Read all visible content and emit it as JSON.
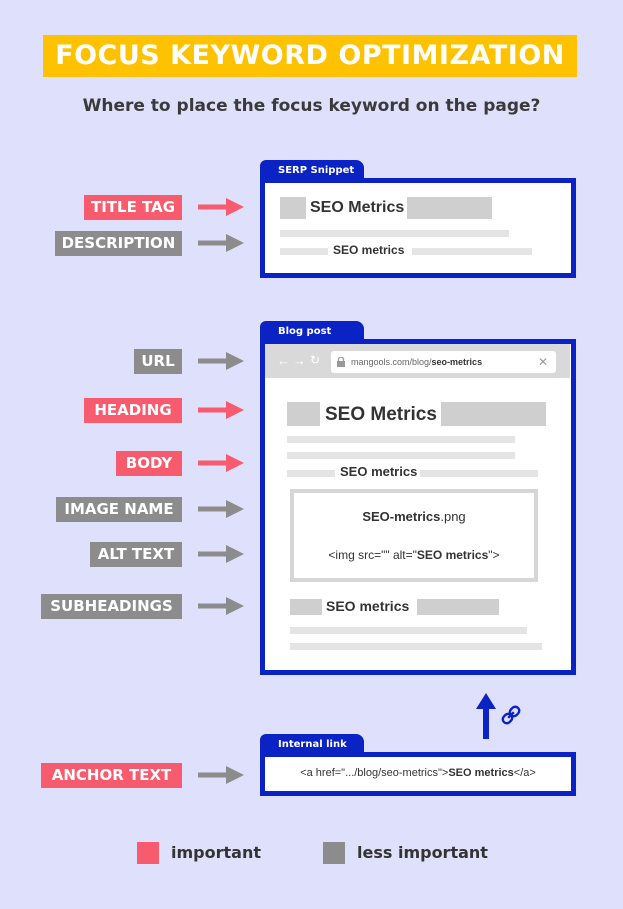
{
  "title": "FOCUS KEYWORD OPTIMIZATION",
  "subtitle": "Where to place the focus keyword on the page?",
  "labels": {
    "title_tag": "TITLE TAG",
    "description": "DESCRIPTION",
    "url": "URL",
    "heading": "HEADING",
    "body": "BODY",
    "image_name": "IMAGE NAME",
    "alt_text": "ALT TEXT",
    "subheadings": "SUBHEADINGS",
    "anchor_text": "ANCHOR TEXT"
  },
  "serp": {
    "tab": "SERP Snippet",
    "title_keyword": "SEO Metrics",
    "desc_keyword": "SEO metrics"
  },
  "blog": {
    "tab": "Blog post",
    "url_prefix": "mangools.com/blog/",
    "url_keyword": "seo-metrics",
    "heading_keyword": "SEO Metrics",
    "body_keyword": "SEO metrics",
    "image_name_keyword": "SEO-metrics",
    "image_name_ext": ".png",
    "alt_prefix": "<img src=\"\" alt=\"",
    "alt_keyword": "SEO metrics",
    "alt_suffix": "\">",
    "subheading_keyword": "SEO metrics"
  },
  "internal": {
    "tab": "Internal link",
    "anchor_prefix": "<a href=\".../blog/seo-metrics\">",
    "anchor_keyword": "SEO metrics",
    "anchor_suffix": "</a>"
  },
  "legend": {
    "important": "important",
    "less_important": "less important"
  },
  "colors": {
    "important": "#f85b6e",
    "less_important": "#8c8c8c",
    "frame": "#0b22c4",
    "banner": "#ffc200"
  },
  "icons": [
    "arrow-right-icon",
    "arrow-up-icon",
    "link-icon",
    "back-arrow-icon",
    "forward-arrow-icon",
    "reload-icon",
    "lock-icon",
    "close-icon"
  ]
}
